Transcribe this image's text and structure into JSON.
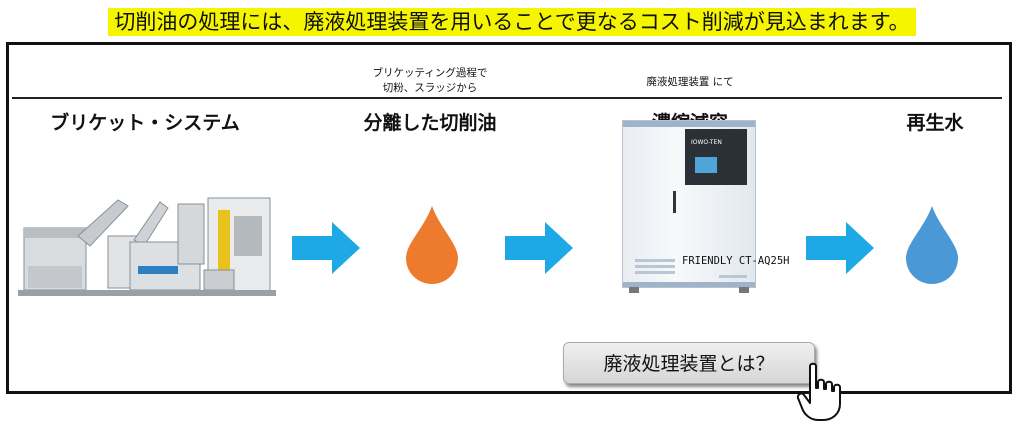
{
  "headline": "切削油の処理には、廃液処理装置を用いることで更なるコスト削減が見込まれます。",
  "columns": [
    {
      "title": "ブリケット・システム",
      "note": ""
    },
    {
      "title": "分離した切削油",
      "note_line1": "ブリケッティング過程で",
      "note_line2": "切粉、スラッジから"
    },
    {
      "title": "濃縮減容",
      "note_line1": "廃液処理装置 にて"
    },
    {
      "title": "再生水"
    }
  ],
  "machine_brand": "IOWO-TEN",
  "model_label": "FRIENDLY CT-AQ25H",
  "side_text": "FRIENDLY",
  "button_label": "廃液処理装置とは？",
  "colors": {
    "highlight": "#f5f500",
    "arrow": "#1ea8e6",
    "oil_drop": "#ee7a2e",
    "water_drop": "#4a98d6"
  },
  "icons": [
    "arrow-right-icon",
    "oil-drop-icon",
    "water-drop-icon",
    "pointing-hand-icon"
  ]
}
